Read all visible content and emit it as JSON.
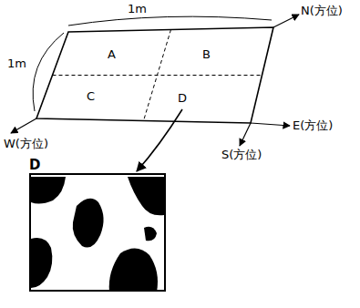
{
  "diagram": {
    "nodes": [
      {
        "text": [
          "D"
        ]
      }
    ],
    "labels": [
      "1m",
      "1m",
      "N(方位)",
      "E(方位)",
      "S(方位)",
      "W(方位)",
      "A",
      "B",
      "C",
      "D"
    ]
  }
}
